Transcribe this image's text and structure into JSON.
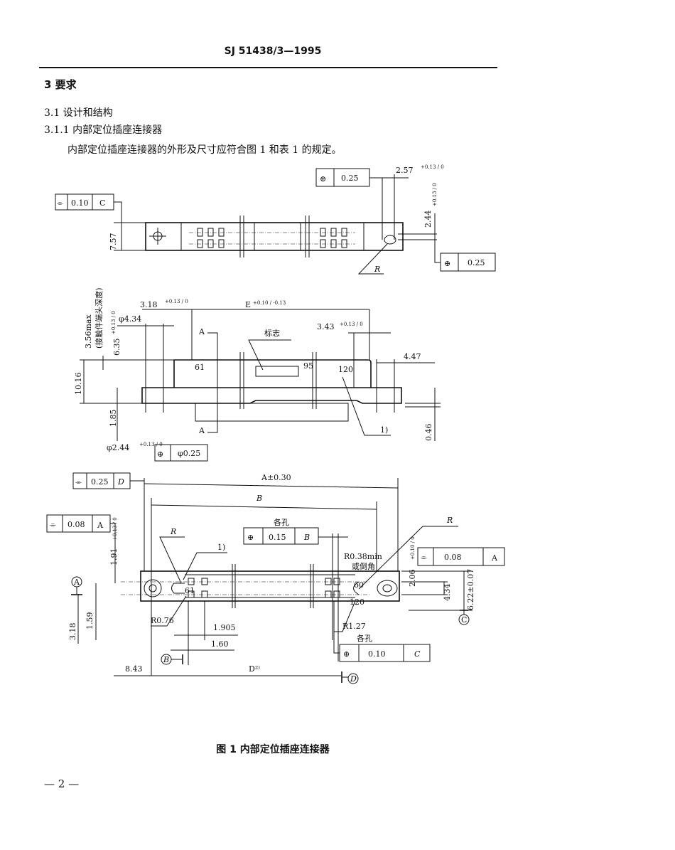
{
  "header": {
    "standard_no": "SJ 51438/3—1995"
  },
  "section": {
    "h1": "3  要求",
    "h2": "3.1  设计和结构",
    "h3": "3.1.1  内部定位插座连接器",
    "paragraph": "内部定位插座连接器的外形及尺寸应符合图 1 和表 1 的规定。"
  },
  "figure": {
    "caption": "图 1   内部定位插座连接器",
    "top_view": {
      "fcf_flat": {
        "value": "0.10",
        "datum": "C"
      },
      "dim_757": "7.57",
      "fcf_pos_top": {
        "value": "0.25"
      },
      "dim_257": "2.57",
      "tol_257": "+0.13 / 0",
      "dim_244": "2.44",
      "tol_244": "+0.13 / 0",
      "fcf_pos_right": {
        "value": "0.25"
      },
      "radius": "R"
    },
    "side_view": {
      "dim_318": "3.18",
      "tol_318": "+0.13 / 0",
      "dim_E": "E",
      "tol_E": "+0.10 / -0.13",
      "dim_356": "3.56max",
      "note_356": "(接触件端头深度)",
      "dim_434": "φ4.34",
      "dim_635": "6.35",
      "tol_635": "+0.13 / 0",
      "section_A_top": "A",
      "section_A_bottom": "A",
      "mark": "标志",
      "dim_343": "3.43",
      "tol_343": "+0.13 / 0",
      "dim_447": "4.47",
      "pin_61": "61",
      "pin_95": "95",
      "pin_120": "120",
      "dim_1016": "10.16",
      "dim_185": "1.85",
      "dim_046": "0.46",
      "note_1": "1)",
      "dim_244": "φ2.44",
      "tol_244": "+0.13 / 0",
      "fcf_pos": {
        "value": "φ0.25"
      }
    },
    "bottom_view": {
      "fcf_flat_D": {
        "value": "0.25",
        "datum": "D"
      },
      "dim_A": "A±0.30",
      "dim_B": "B",
      "fcf_flat_A_left": {
        "value": "0.08",
        "datum": "A"
      },
      "each_hole_1": "各孔",
      "fcf_pos_B": {
        "value": "0.15",
        "datum": "B"
      },
      "radius_left": "R",
      "radius_right": "R",
      "note_1": "1)",
      "r038": "R0.38min",
      "chamfer": "或倒角",
      "dim_206": "2.06",
      "tol_206": "+0.10 / 0",
      "fcf_flat_A_right": {
        "value": "0.08",
        "datum": "A"
      },
      "datum_A": "A",
      "datum_B": "B",
      "datum_C": "C",
      "datum_D": "D",
      "dim_191": "1.91",
      "tol_191": "+0.13 / 0",
      "pin_61": "61",
      "pin_60": "60",
      "pin_120": "120",
      "dim_434": "4.34",
      "dim_622": "6.22±0.07",
      "dim_318": "3.18",
      "dim_159": "1.59",
      "r076": "R0.76",
      "dim_1905": "1.905",
      "dim_160": "1.60",
      "r127": "R1.27",
      "each_hole_2": "各孔",
      "fcf_pos_C": {
        "value": "0.10",
        "datum": "C"
      },
      "dim_843": "8.43",
      "dim_D": "D²⁾"
    }
  },
  "footer": {
    "page_number": "— 2 —"
  }
}
